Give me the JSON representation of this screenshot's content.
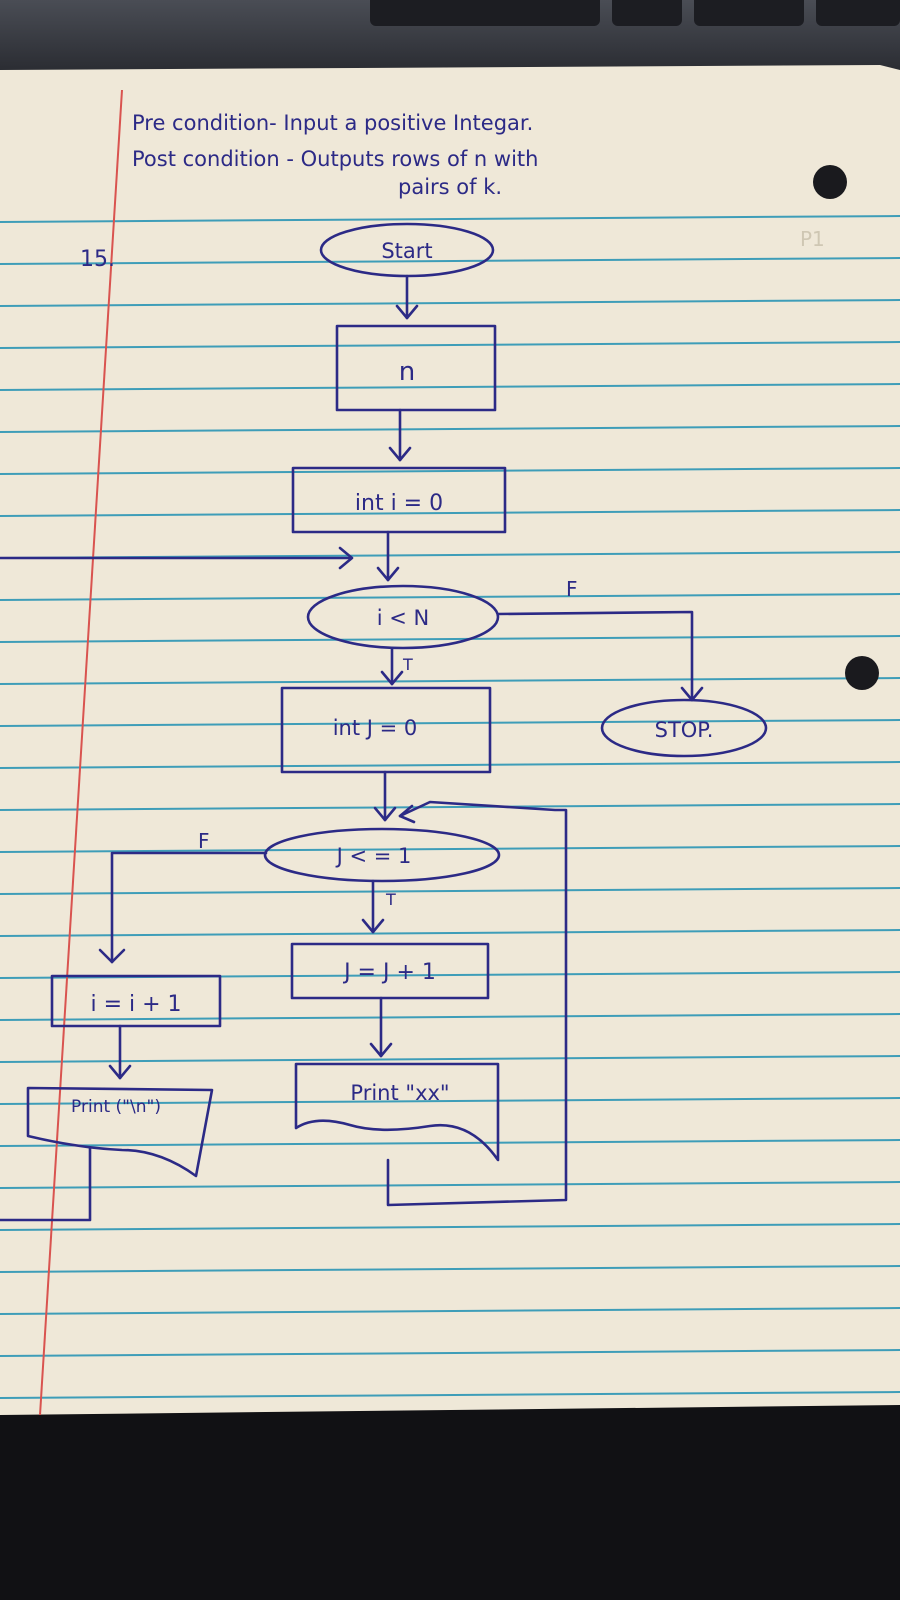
{
  "notes": {
    "problem_number": "15.",
    "page_mark": "P1",
    "precondition": "Pre condition- Input a positive Integar.",
    "postcondition_line1": "Post condition - Outputs rows of n with",
    "postcondition_line2": "pairs of k."
  },
  "flowchart": {
    "start": "Start",
    "input": "n",
    "init_i": "int i = 0",
    "cond_outer": "i < N",
    "outer_false": "F",
    "outer_true": "T",
    "stop": "STOP.",
    "init_j": "int J = 0",
    "cond_inner": "J < = 1",
    "inner_false": "F",
    "inner_true": "T",
    "incr_j": "J = J + 1",
    "print_xx": "Print \"xx\"",
    "incr_i": "i = i + 1",
    "print_newline": "Print (\"\\n\")"
  },
  "colors": {
    "paper": "#efe8d8",
    "rule_line": "#3e9db8",
    "margin_line": "#d9534f",
    "ink": "#2c2a86"
  }
}
